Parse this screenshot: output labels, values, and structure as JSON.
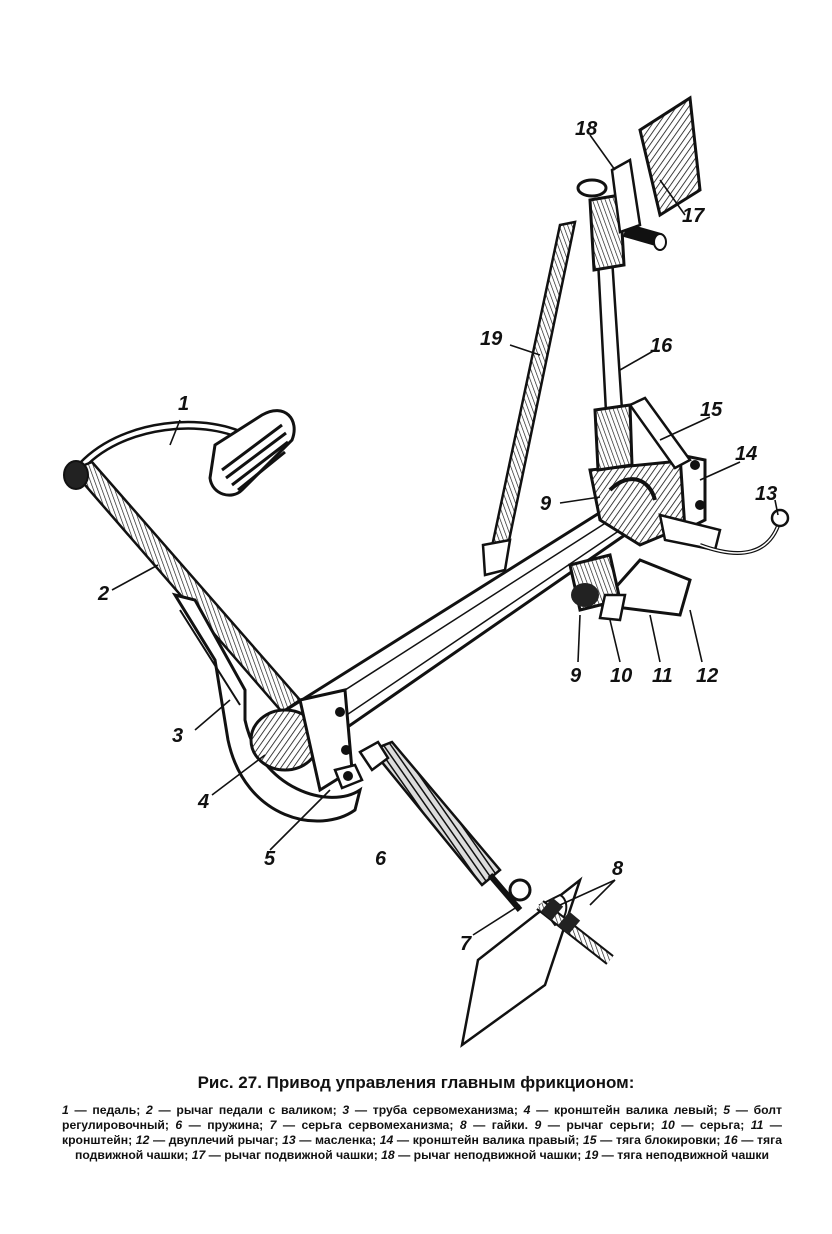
{
  "figure": {
    "callouts": [
      "1",
      "2",
      "3",
      "4",
      "5",
      "6",
      "7",
      "8",
      "9",
      "9",
      "10",
      "11",
      "12",
      "13",
      "14",
      "15",
      "16",
      "17",
      "18",
      "19"
    ]
  },
  "caption": {
    "label": "Рис. 27.",
    "title": "Привод управления главным фрикционом:"
  },
  "legend": [
    {
      "n": "1",
      "text": "педаль;"
    },
    {
      "n": "2",
      "text": "рычаг педали с валиком;"
    },
    {
      "n": "3",
      "text": "труба сервомеханизма;"
    },
    {
      "n": "4",
      "text": "кронштейн валика левый;"
    },
    {
      "n": "5",
      "text": "болт регулировочный;"
    },
    {
      "n": "6",
      "text": "пружина;"
    },
    {
      "n": "7",
      "text": "серьга сервомеханизма;"
    },
    {
      "n": "8",
      "text": "гайки."
    },
    {
      "n": "9",
      "text": "рычаг серьги;"
    },
    {
      "n": "10",
      "text": "серьга;"
    },
    {
      "n": "11",
      "text": "кронштейн;"
    },
    {
      "n": "12",
      "text": "двуплечий рычаг;"
    },
    {
      "n": "13",
      "text": "масленка;"
    },
    {
      "n": "14",
      "text": "кронштейн валика правый;"
    },
    {
      "n": "15",
      "text": "тяга блокировки;"
    },
    {
      "n": "16",
      "text": "тяга подвижной чашки;"
    },
    {
      "n": "17",
      "text": "рычаг подвижной чашки;"
    },
    {
      "n": "18",
      "text": "рычаг неподвижной чашки;"
    },
    {
      "n": "19",
      "text": "тяга неподвижной чашки"
    }
  ]
}
